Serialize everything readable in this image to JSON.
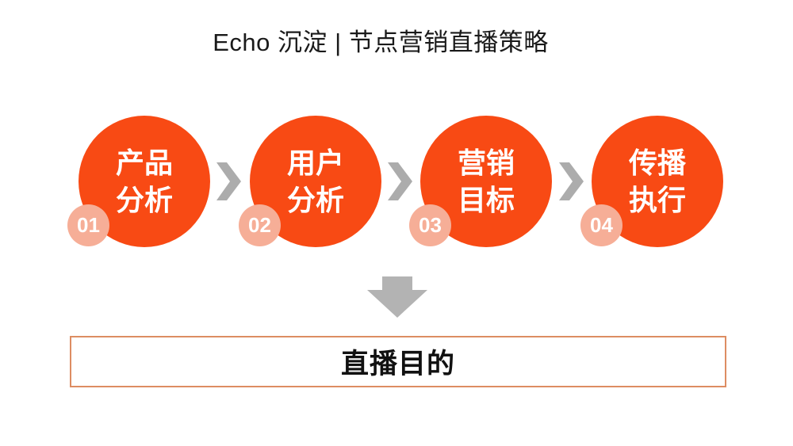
{
  "slide": {
    "title": "Echo 沉淀 | 节点营销直播策略",
    "steps": [
      {
        "number": "01",
        "line1": "产品",
        "line2": "分析"
      },
      {
        "number": "02",
        "line1": "用户",
        "line2": "分析"
      },
      {
        "number": "03",
        "line1": "营销",
        "line2": "目标"
      },
      {
        "number": "04",
        "line1": "传播",
        "line2": "执行"
      }
    ],
    "result_box": {
      "label": "直播目的"
    },
    "colors": {
      "circle_fill": "#F84A14",
      "badge_fill": "#F6AE97",
      "chevron_gray": "#ACACAC",
      "down_arrow_gray": "#B3B3B3",
      "result_border": "#DD8D62",
      "title_text": "#1A1A1A",
      "circle_text": "#FFFFFF",
      "result_text": "#111111"
    }
  }
}
